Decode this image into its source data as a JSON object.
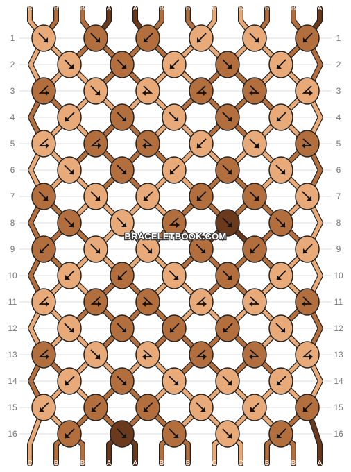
{
  "colors": {
    "A": "#6b3a1c",
    "B": "#b26e3d",
    "C": "#e8aa78",
    "row_line": "#dddddd",
    "outline": "#222222"
  },
  "strands_top": [
    "C",
    "B",
    "B",
    "A",
    "A",
    "B",
    "B",
    "C",
    "C",
    "B",
    "B",
    "A"
  ],
  "strands_bottom": [
    "C",
    "B",
    "B",
    "A",
    "A",
    "B",
    "B",
    "C",
    "C",
    "B",
    "B",
    "A"
  ],
  "row_numbers": [
    "1",
    "2",
    "3",
    "4",
    "5",
    "6",
    "7",
    "8",
    "9",
    "10",
    "11",
    "12",
    "13",
    "14",
    "15",
    "16"
  ],
  "watermark": "BRACELETBOOK.COM",
  "knots": [
    [
      {
        "color": "C",
        "arrow": "se"
      },
      {
        "color": "B",
        "arrow": "se"
      },
      {
        "color": "B",
        "arrow": "sw"
      },
      {
        "color": "C",
        "arrow": "sw"
      },
      {
        "color": "C",
        "arrow": "se"
      },
      {
        "color": "B",
        "arrow": "sw"
      }
    ],
    [
      {
        "color": "C",
        "arrow": "se"
      },
      {
        "color": "B",
        "arrow": "se"
      },
      {
        "color": "C",
        "arrow": "sw"
      },
      {
        "color": "B",
        "arrow": "se"
      },
      {
        "color": "C",
        "arrow": "sw"
      }
    ],
    [
      {
        "color": "B",
        "arrow": "sw-se"
      },
      {
        "color": "C",
        "arrow": "se"
      },
      {
        "color": "C",
        "arrow": "se-sw"
      },
      {
        "color": "B",
        "arrow": "sw-se"
      },
      {
        "color": "B",
        "arrow": "se-sw"
      },
      {
        "color": "C",
        "arrow": "sw-se"
      }
    ],
    [
      {
        "color": "C",
        "arrow": "sw"
      },
      {
        "color": "B",
        "arrow": "se"
      },
      {
        "color": "C",
        "arrow": "se"
      },
      {
        "color": "B",
        "arrow": "se"
      },
      {
        "color": "C",
        "arrow": "sw"
      }
    ],
    [
      {
        "color": "C",
        "arrow": "sw-se"
      },
      {
        "color": "B",
        "arrow": "sw-se"
      },
      {
        "color": "B",
        "arrow": "se-sw"
      },
      {
        "color": "C",
        "arrow": "sw"
      },
      {
        "color": "C",
        "arrow": "se"
      },
      {
        "color": "B",
        "arrow": "se-sw"
      }
    ],
    [
      {
        "color": "C",
        "arrow": "se"
      },
      {
        "color": "B",
        "arrow": "se"
      },
      {
        "color": "C",
        "arrow": "sw"
      },
      {
        "color": "B",
        "arrow": "se"
      },
      {
        "color": "C",
        "arrow": "se"
      }
    ],
    [
      {
        "color": "B",
        "arrow": "se"
      },
      {
        "color": "C",
        "arrow": "se"
      },
      {
        "color": "C",
        "arrow": "sw"
      },
      {
        "color": "B",
        "arrow": "sw"
      },
      {
        "color": "B",
        "arrow": "se"
      },
      {
        "color": "C",
        "arrow": "se"
      }
    ],
    [
      {
        "color": "B",
        "arrow": "se"
      },
      {
        "color": "C",
        "arrow": "se"
      },
      {
        "color": "B",
        "arrow": "sw-se"
      },
      {
        "color": "A",
        "arrow": "se"
      },
      {
        "color": "B",
        "arrow": "se"
      }
    ],
    [
      {
        "color": "B",
        "arrow": "sw"
      },
      {
        "color": "C",
        "arrow": "se"
      },
      {
        "color": "C",
        "arrow": "se"
      },
      {
        "color": "B",
        "arrow": "se"
      },
      {
        "color": "B",
        "arrow": "sw"
      },
      {
        "color": "C",
        "arrow": "sw"
      }
    ],
    [
      {
        "color": "C",
        "arrow": "sw"
      },
      {
        "color": "B",
        "arrow": "sw"
      },
      {
        "color": "C",
        "arrow": "se"
      },
      {
        "color": "B",
        "arrow": "se"
      },
      {
        "color": "C",
        "arrow": "sw"
      }
    ],
    [
      {
        "color": "C",
        "arrow": "sw-se"
      },
      {
        "color": "B",
        "arrow": "sw-se"
      },
      {
        "color": "B",
        "arrow": "se-sw"
      },
      {
        "color": "C",
        "arrow": "sw-se"
      },
      {
        "color": "C",
        "arrow": "se-sw"
      },
      {
        "color": "B",
        "arrow": "se-sw"
      }
    ],
    [
      {
        "color": "C",
        "arrow": "se"
      },
      {
        "color": "B",
        "arrow": "se"
      },
      {
        "color": "B",
        "arrow": "sw"
      },
      {
        "color": "B",
        "arrow": "sw"
      },
      {
        "color": "C",
        "arrow": "se"
      }
    ],
    [
      {
        "color": "B",
        "arrow": "sw-se"
      },
      {
        "color": "C",
        "arrow": "se"
      },
      {
        "color": "C",
        "arrow": "se-sw"
      },
      {
        "color": "B",
        "arrow": "sw-se"
      },
      {
        "color": "B",
        "arrow": "se-sw"
      },
      {
        "color": "C",
        "arrow": "sw-se"
      }
    ],
    [
      {
        "color": "C",
        "arrow": "sw"
      },
      {
        "color": "B",
        "arrow": "se"
      },
      {
        "color": "C",
        "arrow": "se"
      },
      {
        "color": "C",
        "arrow": "se"
      },
      {
        "color": "C",
        "arrow": "sw"
      }
    ],
    [
      {
        "color": "C",
        "arrow": "sw"
      },
      {
        "color": "B",
        "arrow": "sw"
      },
      {
        "color": "B",
        "arrow": "sw"
      },
      {
        "color": "C",
        "arrow": "se"
      },
      {
        "color": "C",
        "arrow": "sw"
      },
      {
        "color": "B",
        "arrow": "sw"
      }
    ],
    [
      {
        "color": "B",
        "arrow": "sw"
      },
      {
        "color": "A",
        "arrow": "se"
      },
      {
        "color": "B",
        "arrow": "se"
      },
      {
        "color": "C",
        "arrow": "se"
      },
      {
        "color": "B",
        "arrow": "sw"
      }
    ]
  ]
}
